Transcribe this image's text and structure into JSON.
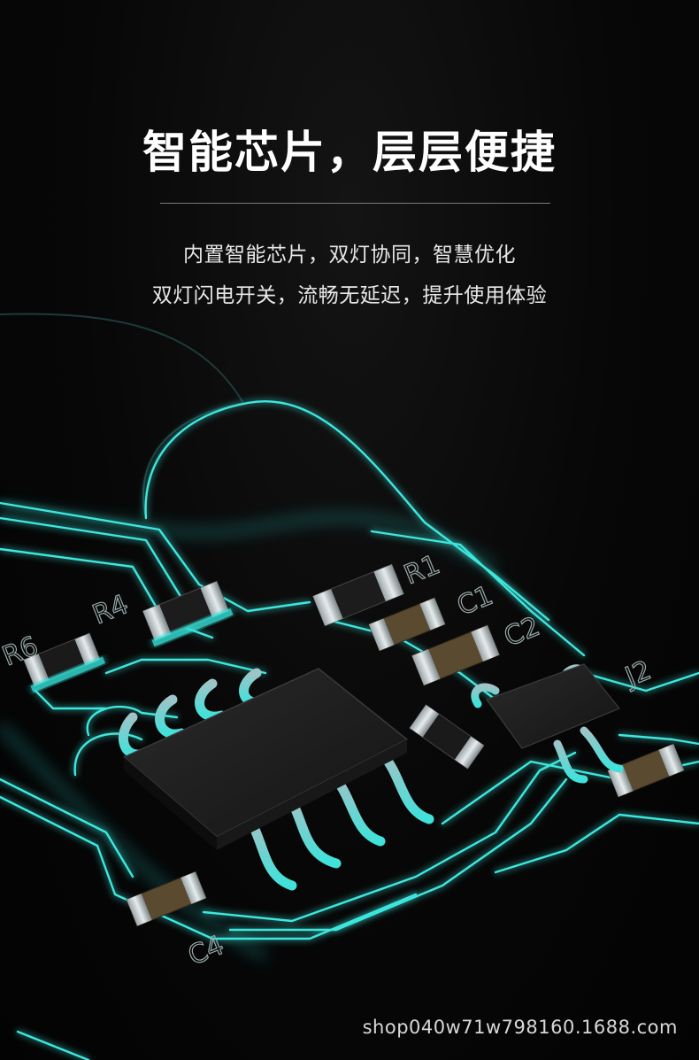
{
  "header": {
    "title": "智能芯片，层层便捷",
    "line1": "内置智能芯片，双灯协同，智慧优化",
    "line2": "双灯闪电开关，流畅无延迟，提升使用体验"
  },
  "board_labels": {
    "r6": "R6",
    "r4": "R4",
    "r1": "R1",
    "c1": "C1",
    "c2": "C2",
    "j2": "J2",
    "c4": "C4"
  },
  "watermark": "shop040w71w798160.1688.com",
  "colors": {
    "background": "#050505",
    "trace_glow": "#38e8e0",
    "title": "#ffffff"
  }
}
